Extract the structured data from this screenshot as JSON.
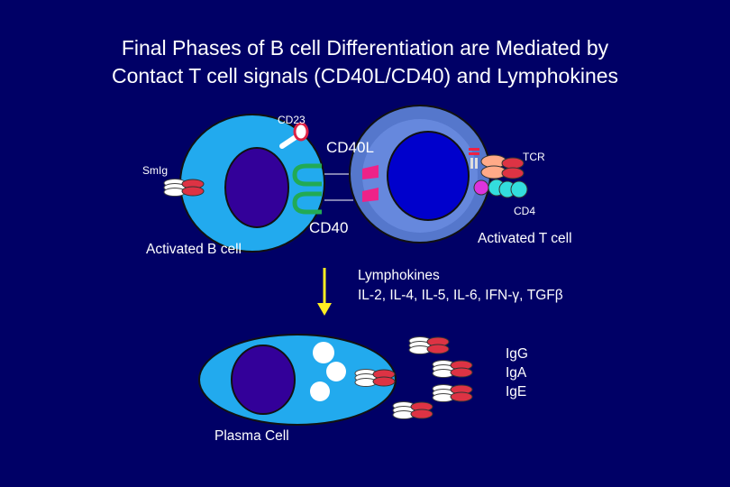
{
  "title": {
    "line1": "Final Phases of B cell Differentiation are Mediated by",
    "line2": "Contact T cell signals (CD40L/CD40) and Lymphokines"
  },
  "labels": {
    "cd23": "CD23",
    "cd40l": "CD40L",
    "tcr": "TCR",
    "smig": "SmIg",
    "cd4": "CD4",
    "cd40": "CD40",
    "activated_b": "Activated B cell",
    "activated_t": "Activated T cell",
    "lymphokines": "Lymphokines",
    "lymphokine_list": "IL-2, IL-4, IL-5, IL-6, IFN-γ, TGFβ",
    "igg": "IgG",
    "iga": "IgA",
    "ige": "IgE",
    "plasma": "Plasma Cell"
  },
  "colors": {
    "background": "#000066",
    "cell_body": "#22aaee",
    "nucleus": "#330099",
    "t_cell_ring": "#5577cc",
    "t_cell_inner": "#6688dd",
    "antibody_red": "#dd3344",
    "receptor_green": "#22aa55",
    "cd40l_pink": "#ee2288",
    "cd4_cyan": "#33dddd",
    "magenta": "#dd33dd",
    "peach": "#ffaa88",
    "arrow_yellow": "#ffee22"
  }
}
